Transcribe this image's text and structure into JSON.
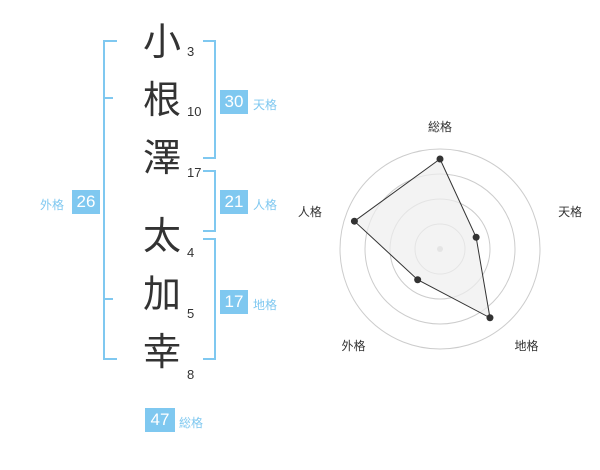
{
  "name": {
    "chars": [
      {
        "char": "小",
        "strokes": "3"
      },
      {
        "char": "根",
        "strokes": "10"
      },
      {
        "char": "澤",
        "strokes": "17"
      },
      {
        "char": "太",
        "strokes": "4"
      },
      {
        "char": "加",
        "strokes": "5"
      },
      {
        "char": "幸",
        "strokes": "8"
      }
    ]
  },
  "kakusu": {
    "tenkaku": {
      "value": "30",
      "label": "天格"
    },
    "jinkaku": {
      "value": "21",
      "label": "人格"
    },
    "chikaku": {
      "value": "17",
      "label": "地格"
    },
    "gaikaku": {
      "value": "26",
      "label": "外格"
    },
    "soukaku": {
      "value": "47",
      "label": "総格"
    }
  },
  "chart_data": {
    "type": "radar",
    "axes": [
      "総格",
      "天格",
      "地格",
      "外格",
      "人格"
    ],
    "values": [
      0.9,
      0.38,
      0.85,
      0.38,
      0.9
    ],
    "max": 1,
    "rings": 4,
    "colors": {
      "fill": "#eeeeee",
      "stroke": "#333333",
      "ring": "#cccccc",
      "accent": "#7fc8f0"
    }
  }
}
